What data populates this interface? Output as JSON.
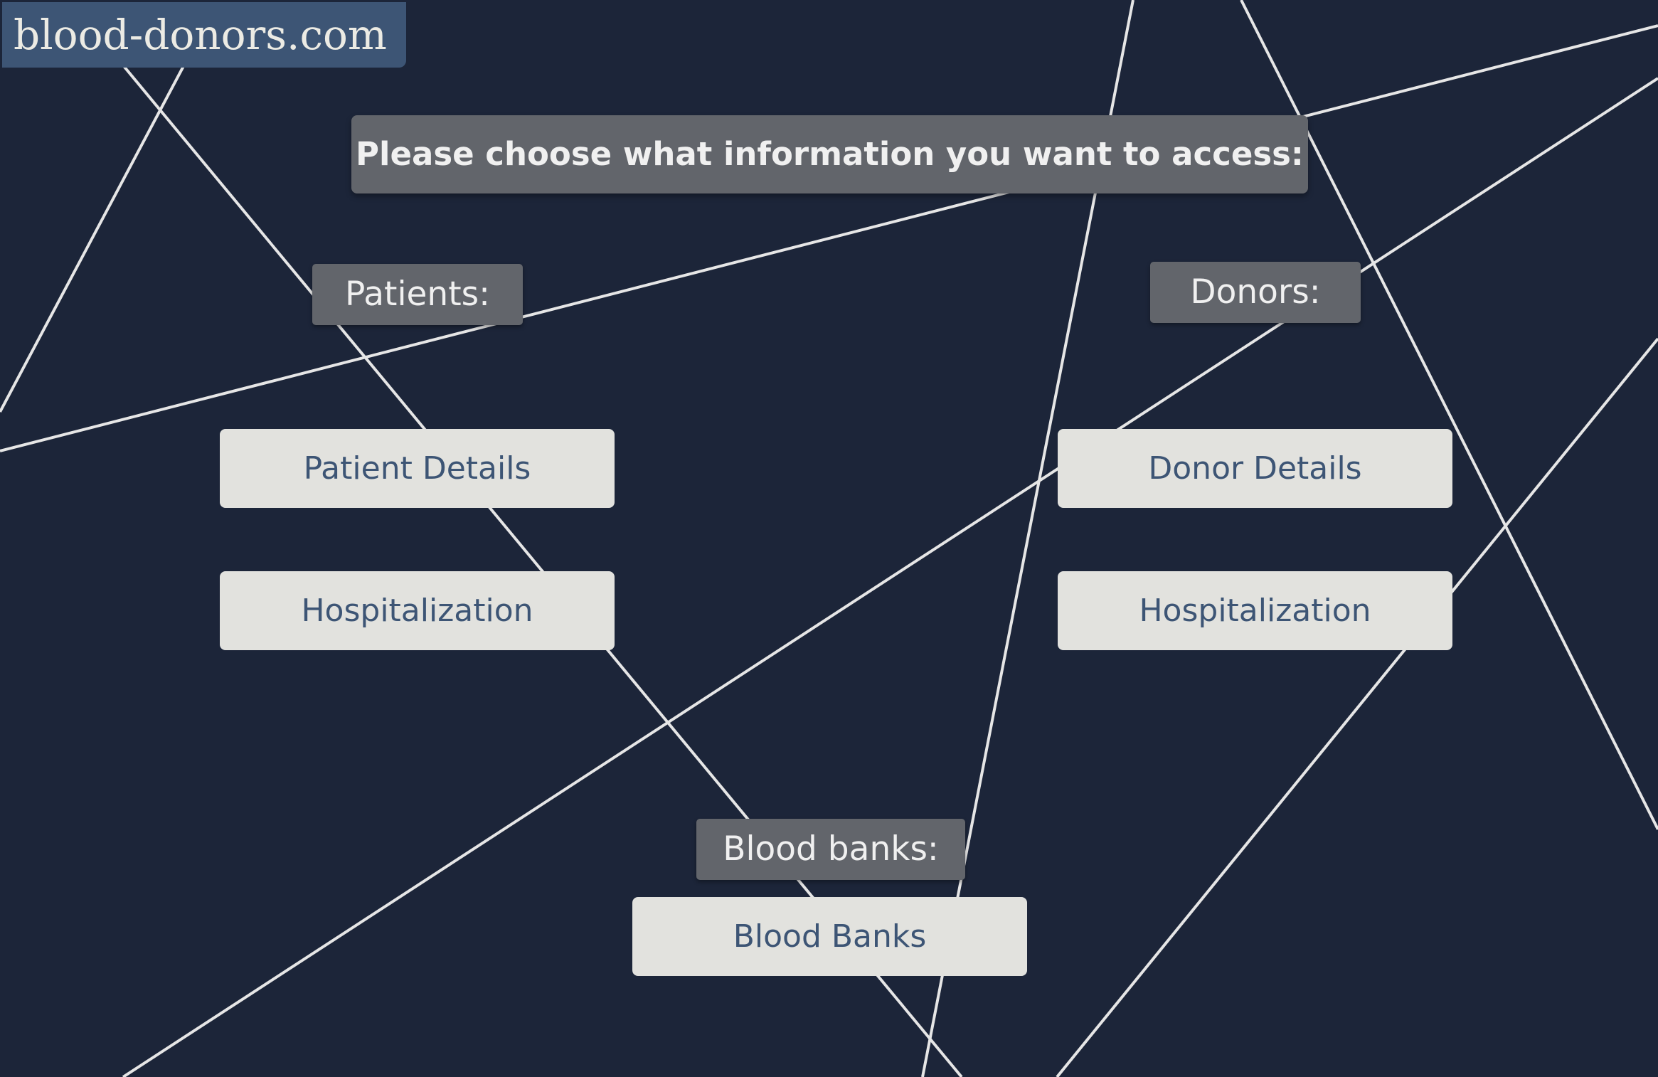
{
  "site": {
    "logo_text": "blood-donors.com"
  },
  "header": {
    "prompt": "Please choose what information you want to access:"
  },
  "sections": {
    "patients": {
      "label": "Patients:",
      "buttons": [
        "Patient Details",
        "Hospitalization"
      ]
    },
    "donors": {
      "label": "Donors:",
      "buttons": [
        "Donor Details",
        "Hospitalization"
      ]
    },
    "blood_banks": {
      "label": "Blood banks:",
      "buttons": [
        "Blood Banks"
      ]
    }
  },
  "colors": {
    "background": "#1c2539",
    "logo_background": "#3d5575",
    "label_background": "#62656b",
    "button_background": "#e2e2de",
    "button_text": "#3d5575",
    "decorative_lines": "#e6e6e6"
  }
}
